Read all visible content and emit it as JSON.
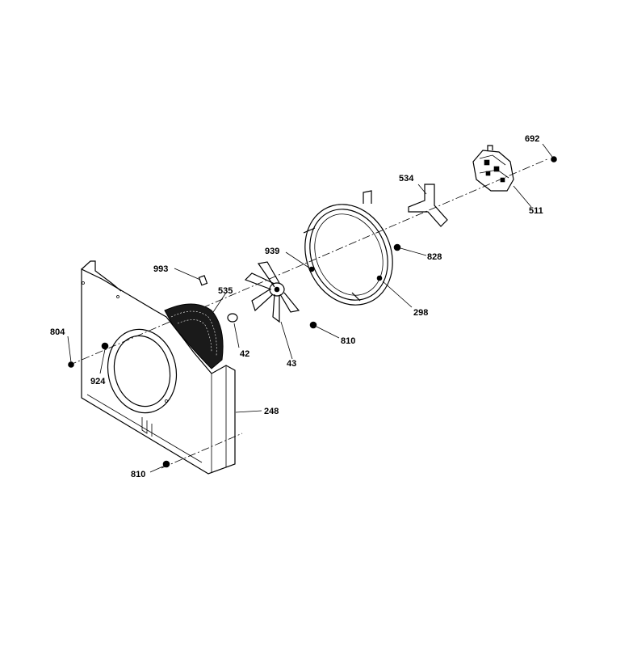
{
  "labels": {
    "p692": "692",
    "p534": "534",
    "p511": "511",
    "p939": "939",
    "p828": "828",
    "p993": "993",
    "p535": "535",
    "p298": "298",
    "p804": "804",
    "p42": "42",
    "p810a": "810",
    "p924": "924",
    "p43": "43",
    "p248": "248",
    "p810b": "810"
  }
}
